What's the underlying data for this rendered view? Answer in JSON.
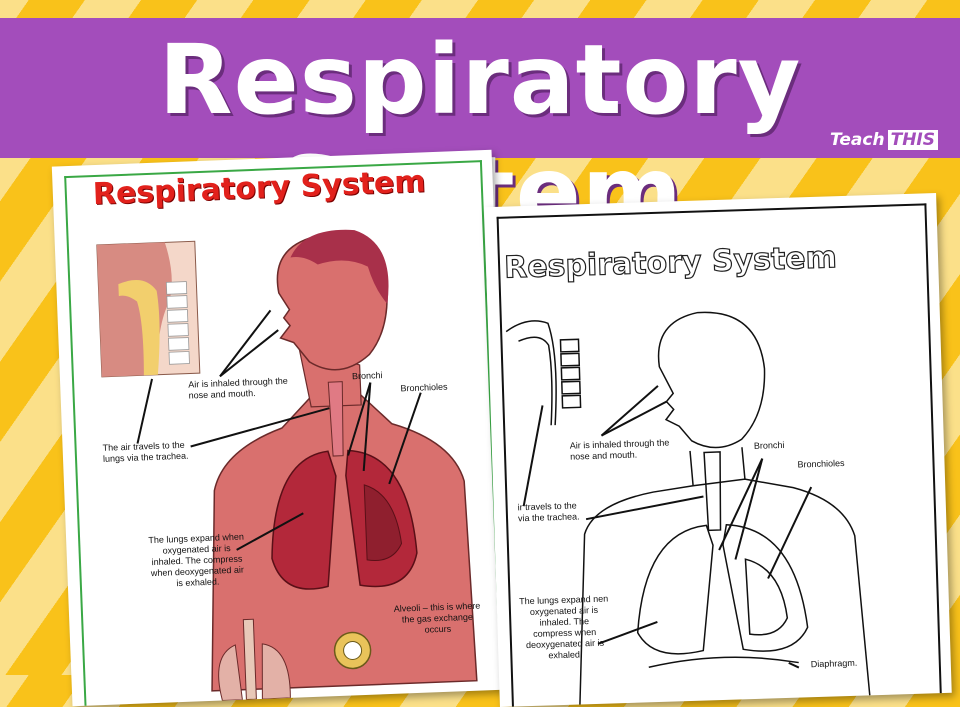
{
  "banner": {
    "title": "Respiratory System"
  },
  "brand": {
    "teach": "Teach",
    "this": "THIS"
  },
  "poster_color": {
    "heading": "Respiratory System",
    "labels": {
      "air_inhaled": "Air is inhaled through the nose and mouth.",
      "trachea": "The air travels to the lungs via the trachea.",
      "bronchi": "Bronchi",
      "bronchioles": "Bronchioles",
      "lungs": "The lungs expand when oxygenated air is inhaled. The compress when deoxygenated air is exhaled.",
      "alveoli": "Alveoli – this is where the gas exchange occurs"
    }
  },
  "poster_outline": {
    "heading": "Respiratory System",
    "labels": {
      "air_inhaled": "Air is inhaled through the nose and mouth.",
      "trachea": "ir travels to the via the trachea.",
      "bronchi": "Bronchi",
      "bronchioles": "Bronchioles",
      "lungs": "The lungs expand nen oxygenated air is inhaled. The compress when deoxygenated air is exhaled.",
      "diaphragm": "Diaphragm."
    }
  },
  "colors": {
    "banner": "#a34dbb",
    "stripe_dark": "#f9c21a",
    "stripe_light": "#fbe089",
    "heading_red": "#e2211c",
    "frame_green": "#3aa845",
    "skin": "#d9706e",
    "lung": "#b3283a"
  }
}
